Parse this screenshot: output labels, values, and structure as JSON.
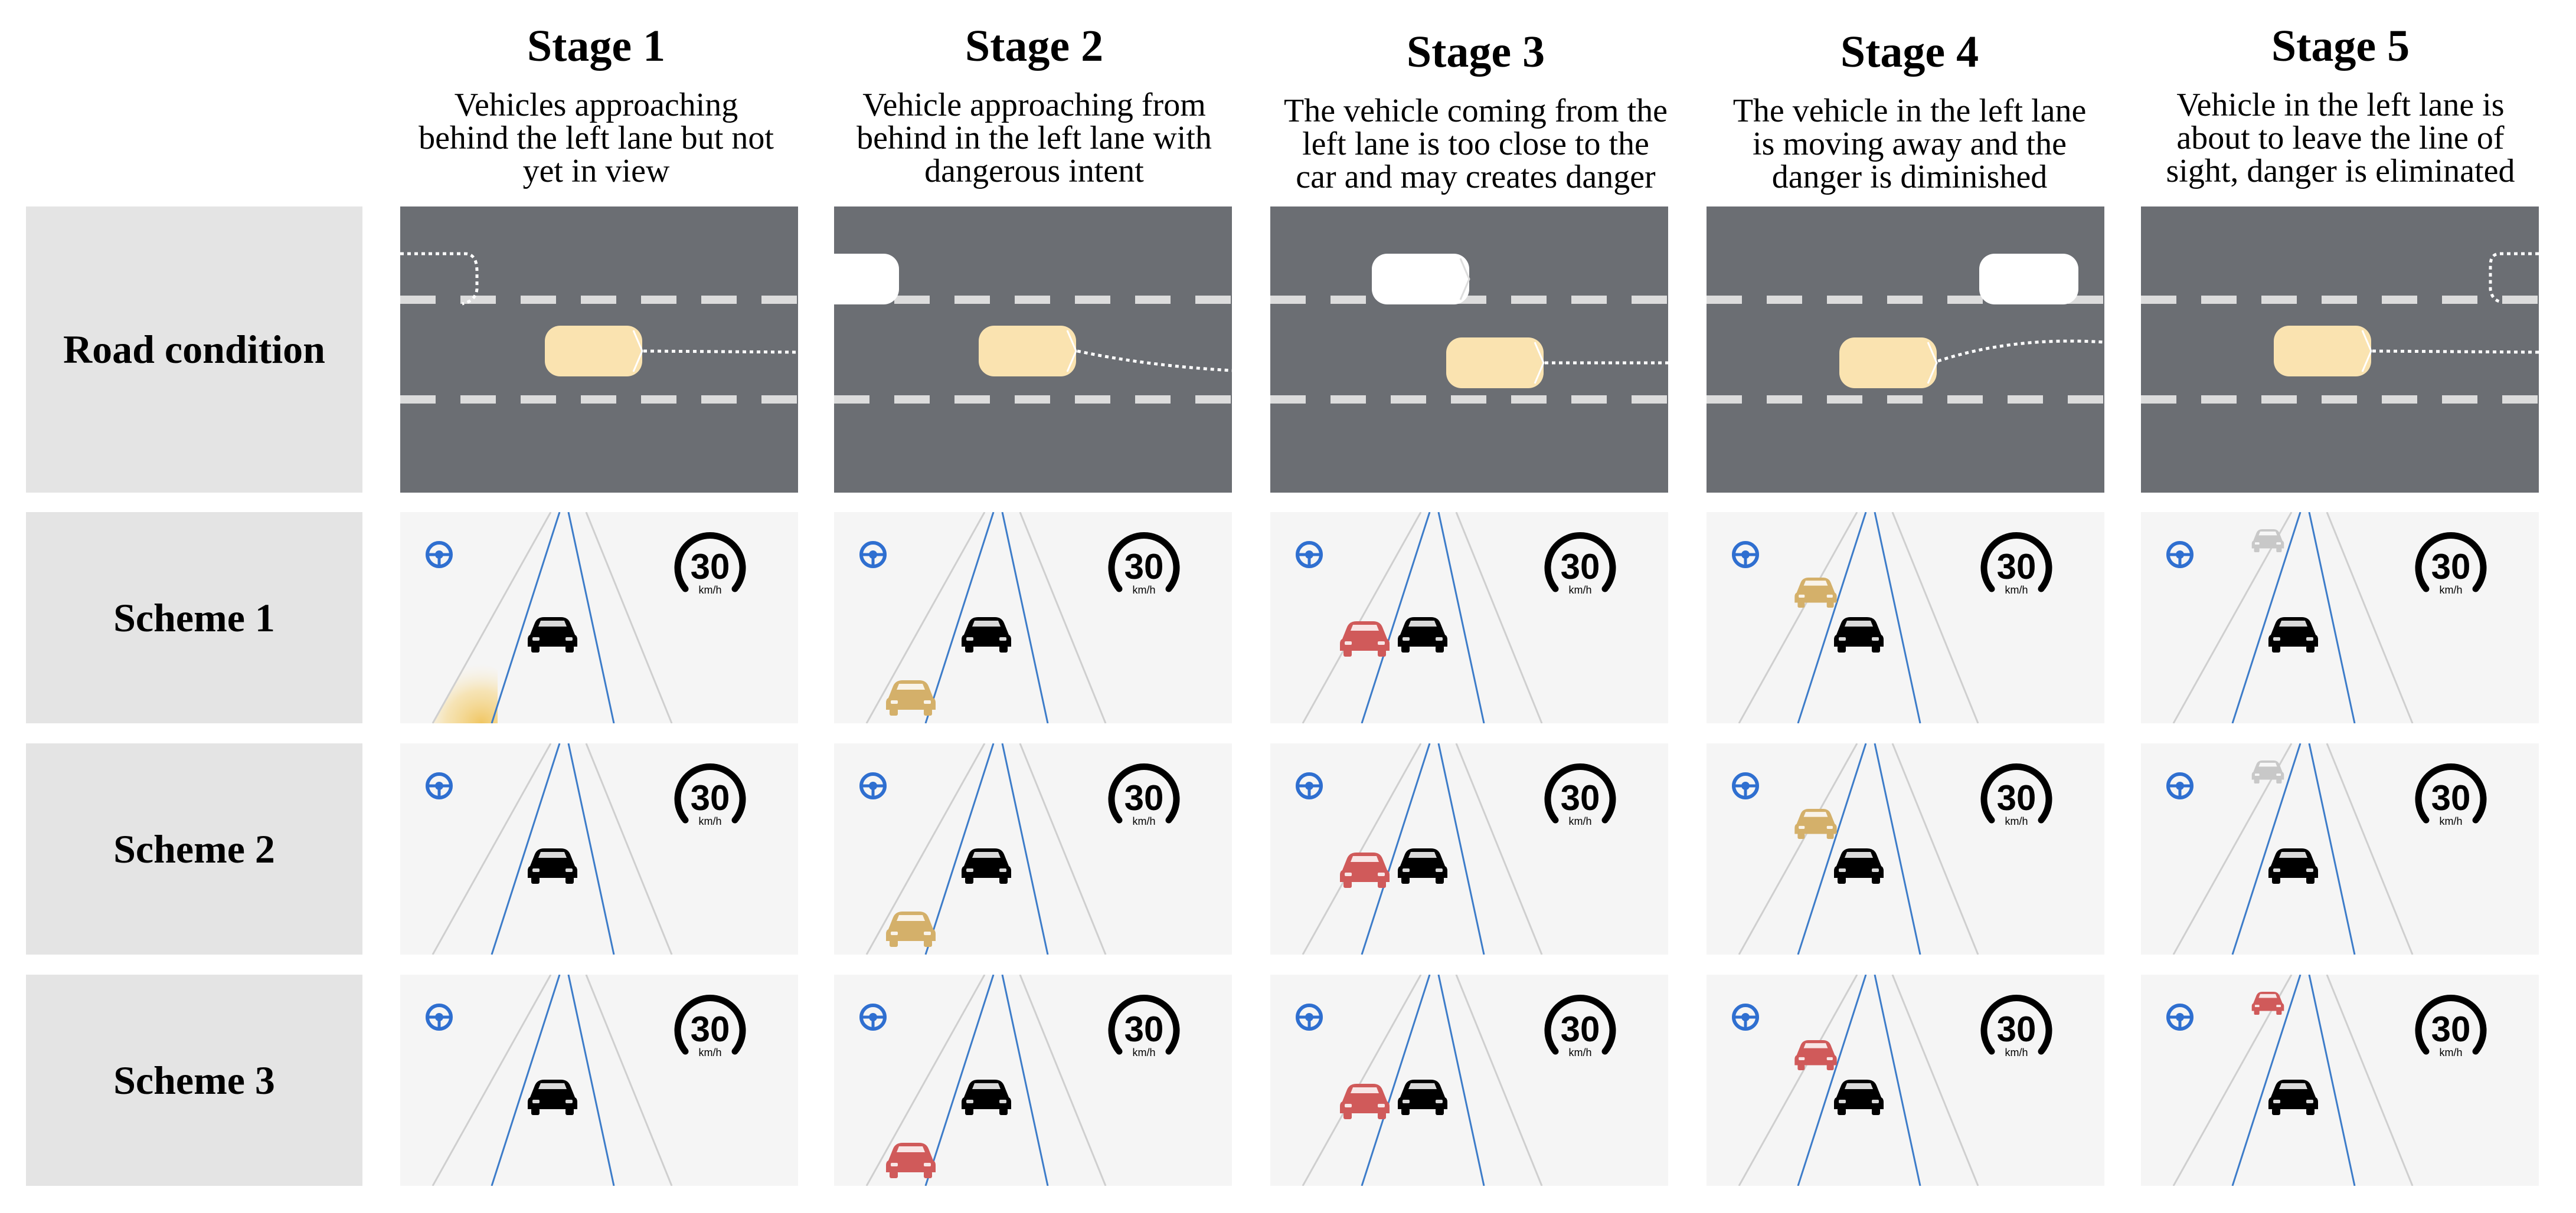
{
  "stages": [
    {
      "title": "Stage 1",
      "description": [
        "Vehicles approaching",
        "behind the left lane but not",
        "yet in view"
      ]
    },
    {
      "title": "Stage 2",
      "description": [
        "Vehicle approaching from",
        "behind in the left lane with",
        "dangerous intent"
      ]
    },
    {
      "title": "Stage 3",
      "description": [
        "The vehicle coming from the",
        "left lane is too close to the",
        "car and may creates danger"
      ]
    },
    {
      "title": "Stage 4",
      "description": [
        "The vehicle in the left lane",
        "is moving away and the",
        "danger is diminished"
      ]
    },
    {
      "title": "Stage 5",
      "description": [
        "Vehicle in the left lane is",
        "about to leave the line of",
        "sight, danger is eliminated"
      ]
    }
  ],
  "rows": [
    {
      "label": "Road condition"
    },
    {
      "label": "Scheme 1"
    },
    {
      "label": "Scheme 2"
    },
    {
      "label": "Scheme 3"
    }
  ],
  "hud": {
    "speed": "30",
    "unit": "km/h"
  },
  "colors": {
    "road": "#6b6e73",
    "ego_car_road": "#fae3b0",
    "other_car_road": "#ffffff",
    "panel_bg": "#f5f5f5",
    "lane_blue": "#3d7cc9",
    "warning_yellow": "#d4b06a",
    "danger_red": "#d05a5a",
    "faded_gray": "#c8c8c8",
    "glow_yellow": "#f3d27a"
  },
  "schemes": [
    {
      "name": "Scheme 1",
      "other_vehicle": [
        "glow",
        "yellow",
        "red",
        "yellow",
        "gray"
      ]
    },
    {
      "name": "Scheme 2",
      "other_vehicle": [
        "none",
        "yellow",
        "red",
        "yellow",
        "gray"
      ]
    },
    {
      "name": "Scheme 3",
      "other_vehicle": [
        "none",
        "red",
        "red",
        "red",
        "red"
      ]
    }
  ]
}
